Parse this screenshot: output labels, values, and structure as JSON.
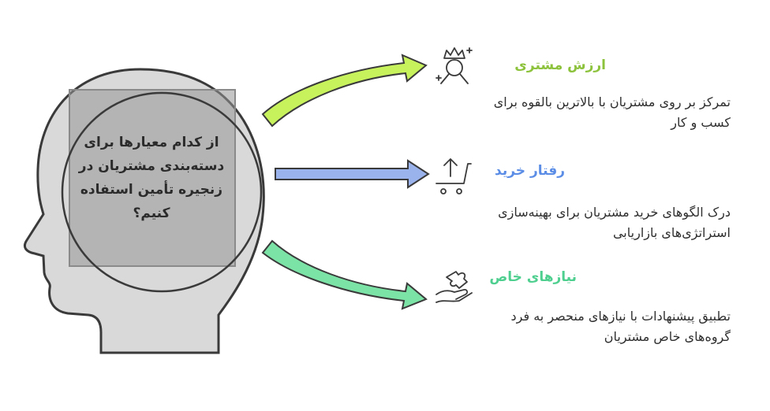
{
  "question": "از کدام معیارها برای دسته‌بندی مشتریان در زنجیره تأمین استفاده کنیم؟",
  "colors": {
    "green_arrow": "#c8f25c",
    "blue_arrow": "#9bb3ec",
    "mint_arrow": "#7ce3a7",
    "title_green": "#8cc23c",
    "title_blue": "#5b8de6",
    "title_mint": "#4fcf8f",
    "head_fill": "#d9d9d9"
  },
  "items": [
    {
      "title": "ارزش مشتری",
      "description": "تمرکز بر روی مشتریان با بالاترین بالقوه برای کسب و کار",
      "icon": "crown-person-icon"
    },
    {
      "title": "رفتار خرید",
      "description": "درک الگوهای خرید مشتریان برای بهینه‌سازی استراتژی‌های بازاریابی",
      "icon": "cart-upload-icon"
    },
    {
      "title": "نیازهای خاص",
      "description": "تطبیق پیشنهادات با نیازهای منحصر به فرد گروه‌های خاص مشتریان",
      "icon": "hand-puzzle-icon"
    }
  ]
}
